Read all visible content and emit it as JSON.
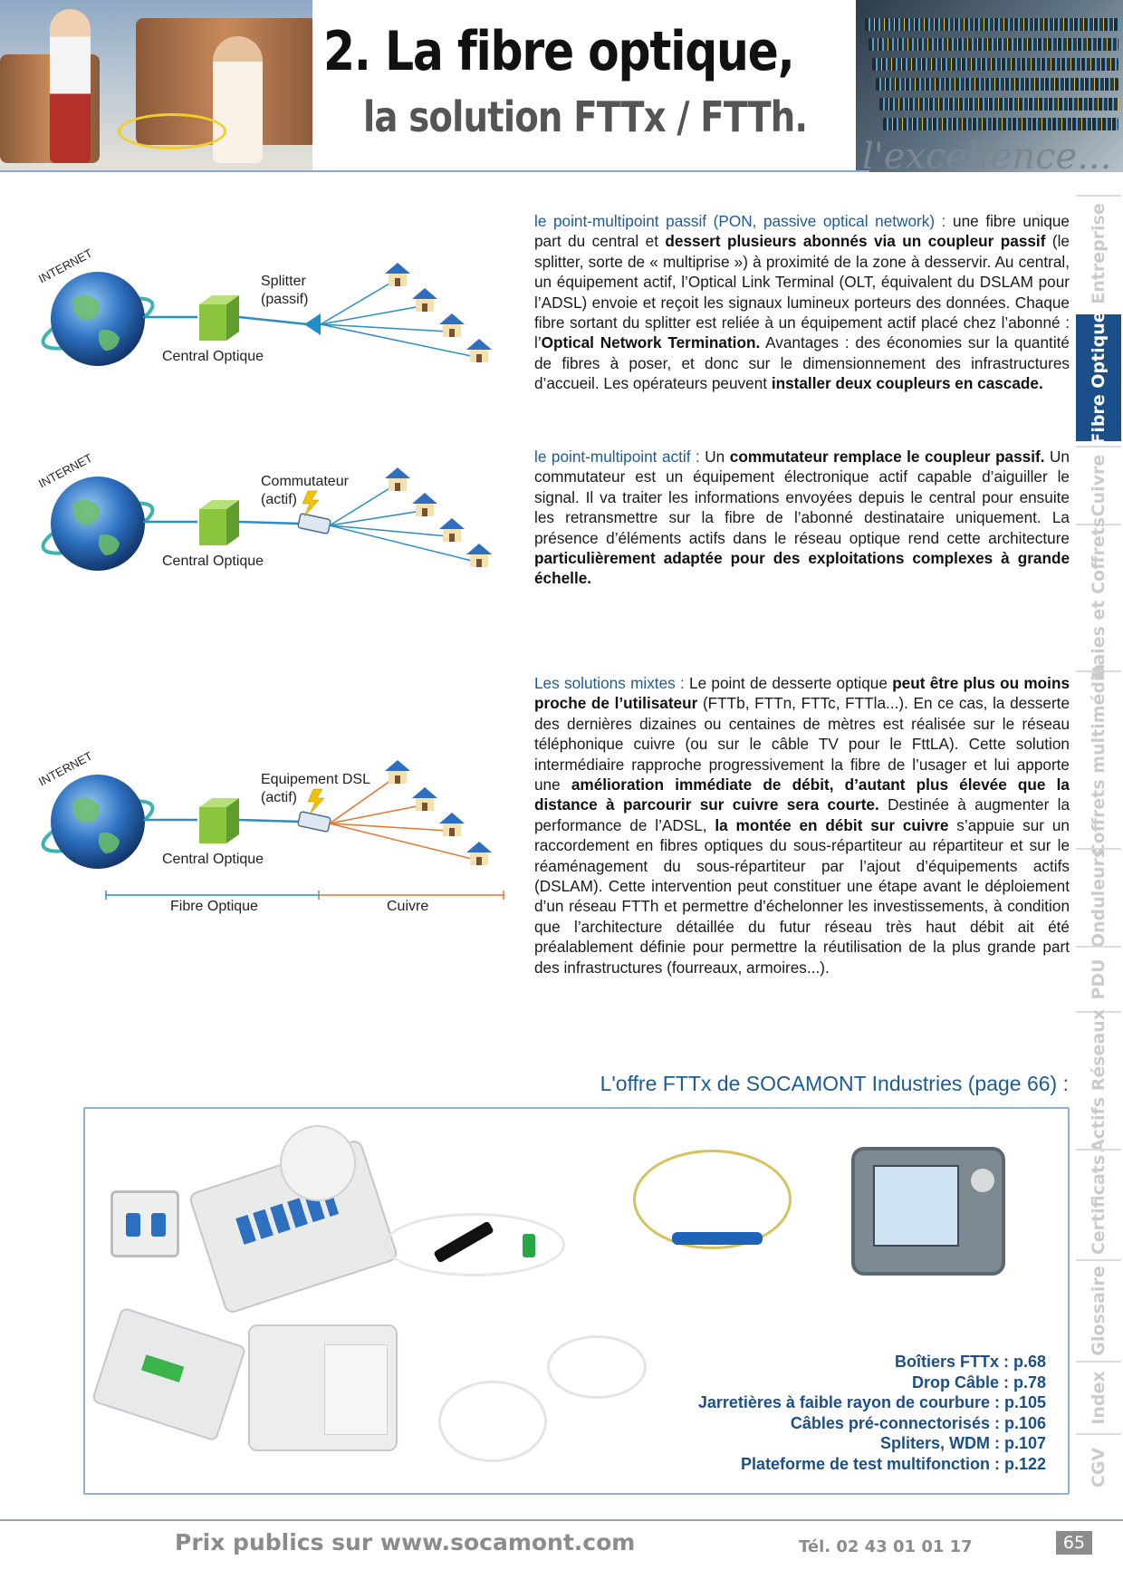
{
  "header": {
    "title": "2. La fibre optique,",
    "subtitle": "la solution FTTx / FTTh.",
    "tagline": "l'excellence..."
  },
  "tabs": [
    {
      "label": "Entreprise",
      "active": false
    },
    {
      "label": "Fibre Optique",
      "active": true
    },
    {
      "label": "Cuivre",
      "active": false
    },
    {
      "label": "Baies et Coffrets",
      "active": false
    },
    {
      "label": "Coffrets multimédia",
      "active": false
    },
    {
      "label": "Onduleurs",
      "active": false
    },
    {
      "label": "PDU",
      "active": false
    },
    {
      "label": "Actifs Réseaux",
      "active": false
    },
    {
      "label": "Certificats",
      "active": false
    },
    {
      "label": "Glossaire",
      "active": false
    },
    {
      "label": "Index",
      "active": false
    },
    {
      "label": "CGV",
      "active": false
    }
  ],
  "diagrams": {
    "passive": {
      "internet": "INTERNET",
      "central": "Central Optique",
      "device_line1": "Splitter",
      "device_line2": "(passif)"
    },
    "active": {
      "internet": "INTERNET",
      "central": "Central Optique",
      "device_line1": "Commutateur",
      "device_line2": "(actif)"
    },
    "mixed": {
      "internet": "INTERNET",
      "central": "Central Optique",
      "device_line1": "Equipement DSL",
      "device_line2": "(actif)",
      "segment_fibre": "Fibre Optique",
      "segment_copper": "Cuivre"
    }
  },
  "sections": {
    "passive": {
      "lead": "le point-multipoint passif (PON, passive optical network) :",
      "t1": " une fibre unique part du central et ",
      "b1": "dessert plusieurs abonnés via un coupleur passif",
      "t2": " (le splitter, sorte de « multiprise ») à proximité de la zone à desservir. Au central, un équipement actif, l’Optical Link Terminal (OLT, équivalent du DSLAM pour l’ADSL) envoie et reçoit les signaux lumineux porteurs des données. Chaque fibre sortant du splitter est reliée à un équipement actif placé chez l’abonné : l’",
      "b2": "Optical Network Termination.",
      "t3": " Avantages : des économies sur la quantité de fibres à poser, et donc sur le dimensionnement des infrastructures d’accueil. Les opérateurs peuvent ",
      "b3": "installer deux coupleurs en cascade."
    },
    "active": {
      "lead": "le point-multipoint actif :",
      "t1": " Un ",
      "b1": "commutateur remplace le coupleur passif.",
      "t2": " Un commutateur est un équipement électronique actif capable d’aiguiller le signal. Il va traiter les informations envoyées depuis le central pour ensuite les retransmettre sur la fibre de l’abonné destinataire uniquement. La présence d’éléments actifs dans le réseau optique rend cette architecture ",
      "b2": "particulièrement adaptée pour des exploitations complexes à grande échelle."
    },
    "mixed": {
      "lead": "Les solutions mixtes :",
      "t1": " Le point de desserte optique ",
      "b1": "peut être plus ou moins proche de l’utilisateur",
      "t2": " (FTTb, FTTn, FTTc, FTTla...). En ce cas, la desserte des dernières dizaines ou centaines de mètres est réalisée sur le réseau téléphonique cuivre (ou sur le câble TV pour le FttLA). Cette solution intermédiaire rapproche progressivement la fibre de l’usager et lui apporte une ",
      "b2": "amélioration immédiate de débit, d’autant plus élevée que la distance à parcourir sur cuivre sera courte.",
      "t3": " Destinée à augmenter la performance de l’ADSL, ",
      "b3": "la montée en débit sur cuivre",
      "t4": " s’appuie sur un raccordement en fibres optiques du sous-répartiteur au répartiteur et sur le réaménagement du sous-répartiteur par l’ajout d’équipements actifs (DSLAM). Cette intervention peut constituer une étape avant le déploiement d’un réseau FTTh et permettre d’échelonner les investissements, à condition que l’architecture détaillée du futur réseau très haut débit ait été préalablement définie pour permettre la réutilisation de la plus grande part des infrastructures (fourreaux, armoires...)."
    }
  },
  "offer": {
    "title": "L'offre FTTx de SOCAMONT Industries (page 66) :",
    "items": [
      "Boîtiers FTTx : p.68",
      "Drop Câble : p.78",
      "Jarretières à faible rayon de courbure : p.105",
      "Câbles pré-connectorisés : p.106",
      "Spliters, WDM : p.107",
      "Plateforme de test multifonction : p.122"
    ]
  },
  "footer": {
    "prices": "Prix publics sur www.socamont.com",
    "phone": "Tél. 02 43 01 01 17",
    "page": "65"
  },
  "colors": {
    "accent_blue": "#1e5b94",
    "tab_active": "#1b4f8a",
    "tab_inactive_text": "#c8cccf",
    "copper_line": "#e8742a",
    "fibre_line": "#2a8fc4"
  }
}
